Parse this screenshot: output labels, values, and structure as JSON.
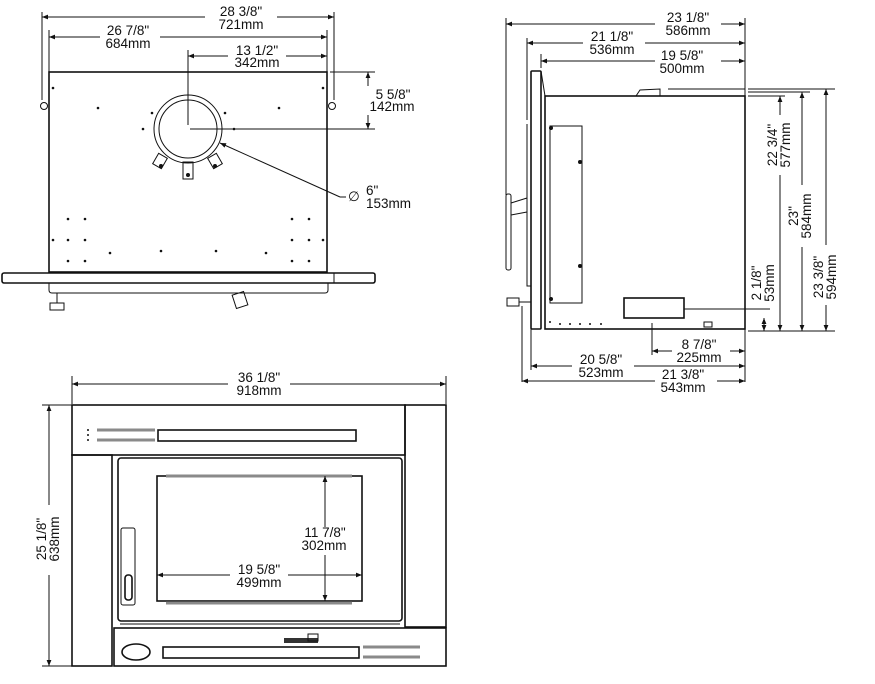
{
  "diagram": {
    "subject": "Fireplace insert dimensional drawing",
    "top_view": {
      "overall_width": {
        "in": "28  3/8\"",
        "mm": "721mm"
      },
      "body_width": {
        "in": "26  7/8\"",
        "mm": "684mm"
      },
      "flue_offset_side": {
        "in": "13  1/2\"",
        "mm": "342mm"
      },
      "flue_offset_back": {
        "in": "5  5/8\"",
        "mm": "142mm"
      },
      "flue_diameter": {
        "symbol": "∅",
        "in": "6\"",
        "mm": "153mm"
      }
    },
    "side_view": {
      "overall_depth": {
        "in": "23  1/8\"",
        "mm": "586mm"
      },
      "depth_to_faceplate": {
        "in": "21  1/8\"",
        "mm": "536mm"
      },
      "body_depth": {
        "in": "19  5/8\"",
        "mm": "500mm"
      },
      "body_height": {
        "in": "22  3/4\"",
        "mm": "577mm"
      },
      "height_to_top": {
        "in": "23\"",
        "mm": "584mm"
      },
      "overall_height": {
        "in": "23  3/8\"",
        "mm": "594mm"
      },
      "vent_height": {
        "in": "2  1/8\"",
        "mm": "53mm"
      },
      "vent_offset": {
        "in": "8  7/8\"",
        "mm": "225mm"
      },
      "bottom_depth": {
        "in": "20  5/8\"",
        "mm": "523mm"
      },
      "bottom_overall_depth": {
        "in": "21  3/8\"",
        "mm": "543mm"
      }
    },
    "front_view": {
      "overall_width": {
        "in": "36  1/8\"",
        "mm": "918mm"
      },
      "overall_height": {
        "in": "25  1/8\"",
        "mm": "638mm"
      },
      "glass_height": {
        "in": "11  7/8\"",
        "mm": "302mm"
      },
      "glass_width": {
        "in": "19  5/8\"",
        "mm": "499mm"
      }
    },
    "icons": {
      "diameter": "diameter-symbol",
      "brand_logo": "brand-logo-emblem"
    },
    "colors": {
      "line": "#111111",
      "shade": "#8a8a8a",
      "background": "#ffffff"
    }
  }
}
